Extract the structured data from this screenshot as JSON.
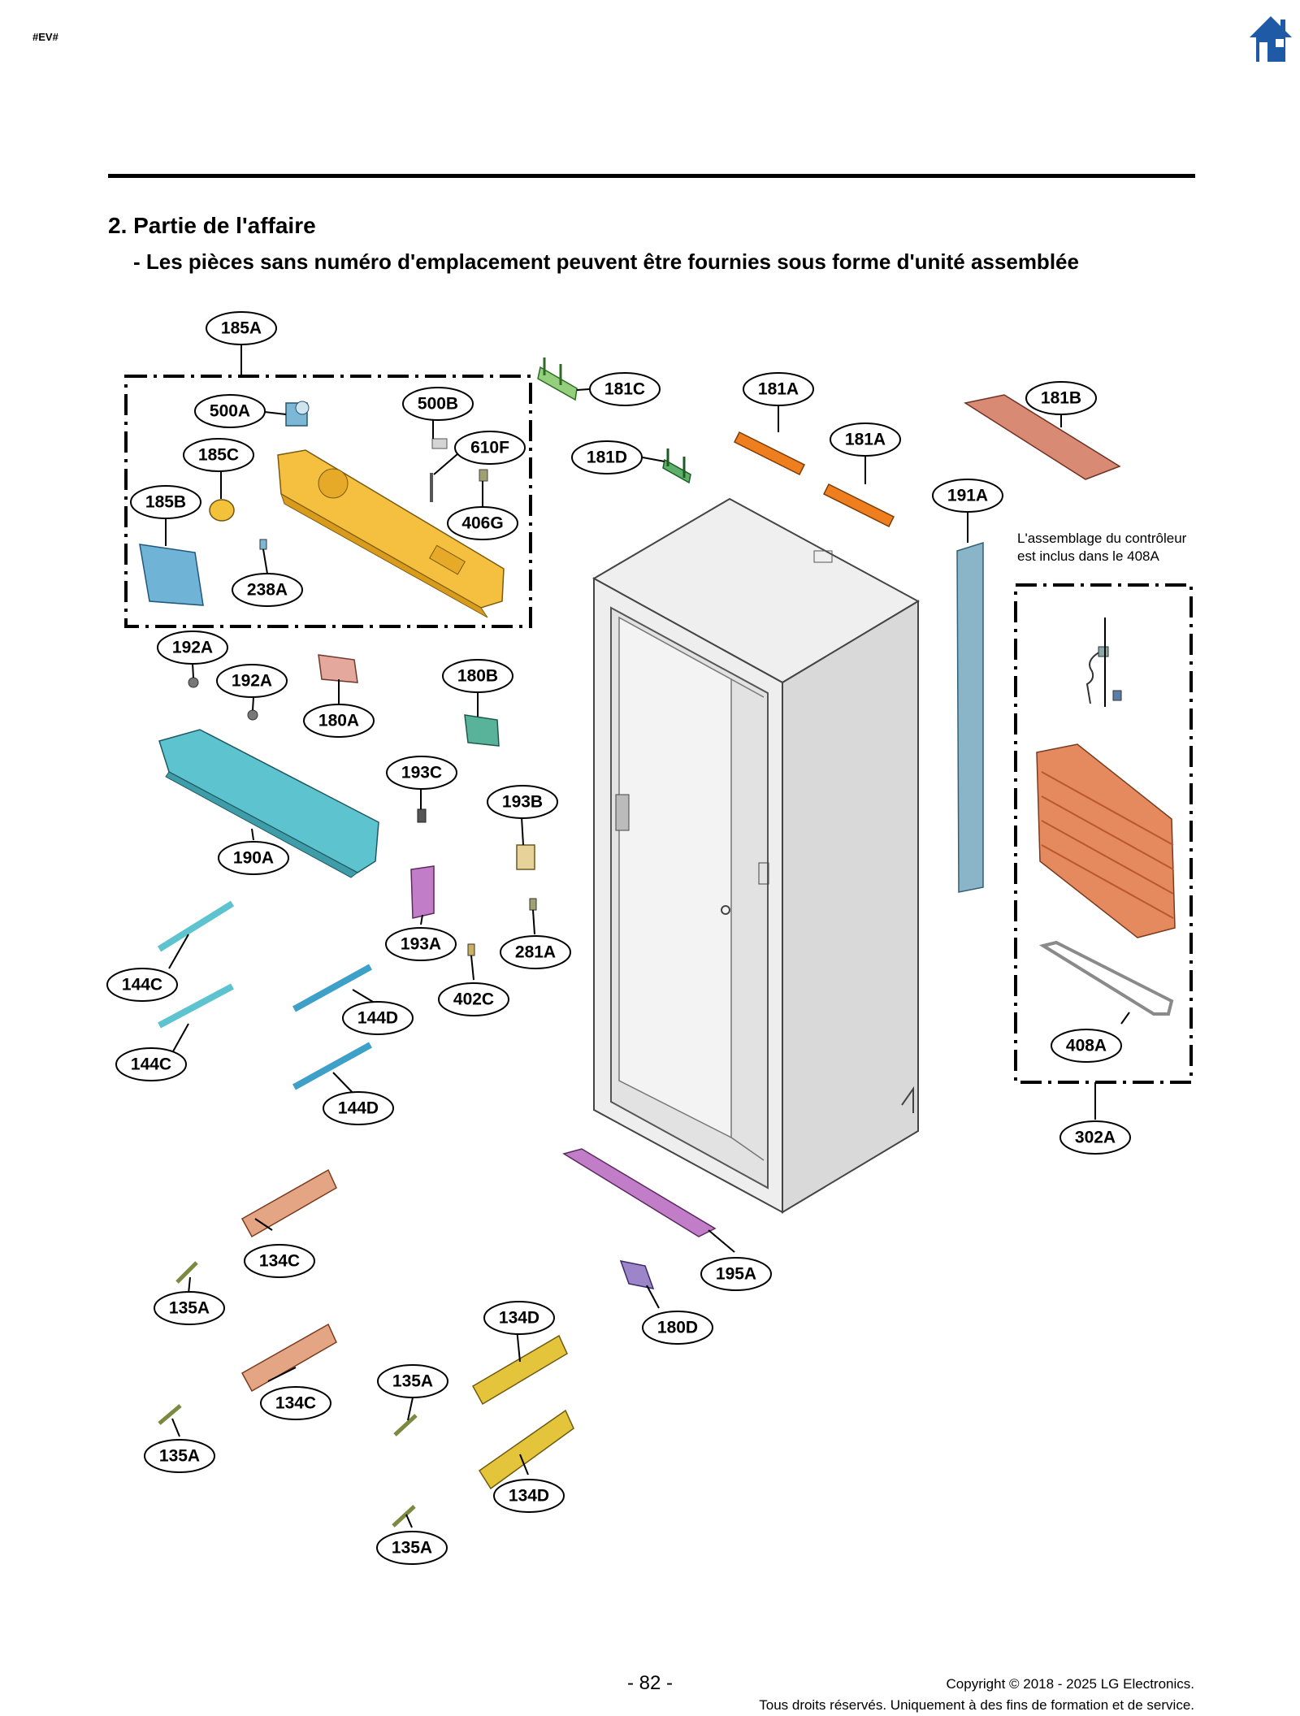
{
  "header": {
    "tag": "#EV#",
    "home_icon": "home-icon"
  },
  "section": {
    "title": "2. Partie de l'affaire",
    "subtitle": "- Les pièces sans numéro d'emplacement peuvent être fournies sous forme d'unité assemblée"
  },
  "note": "L'assemblage du contrôleur\nest inclus dans le 408A",
  "callouts": [
    {
      "id": "185A"
    },
    {
      "id": "500A"
    },
    {
      "id": "500B"
    },
    {
      "id": "185C"
    },
    {
      "id": "610F"
    },
    {
      "id": "185B"
    },
    {
      "id": "406G"
    },
    {
      "id": "238A"
    },
    {
      "id": "181C"
    },
    {
      "id": "181A"
    },
    {
      "id": "181D"
    },
    {
      "id": "181A"
    },
    {
      "id": "181B"
    },
    {
      "id": "191A"
    },
    {
      "id": "192A"
    },
    {
      "id": "192A"
    },
    {
      "id": "180A"
    },
    {
      "id": "180B"
    },
    {
      "id": "193C"
    },
    {
      "id": "193B"
    },
    {
      "id": "190A"
    },
    {
      "id": "193A"
    },
    {
      "id": "281A"
    },
    {
      "id": "144C"
    },
    {
      "id": "144D"
    },
    {
      "id": "402C"
    },
    {
      "id": "144C"
    },
    {
      "id": "144D"
    },
    {
      "id": "408A"
    },
    {
      "id": "302A"
    },
    {
      "id": "134C"
    },
    {
      "id": "195A"
    },
    {
      "id": "135A"
    },
    {
      "id": "180D"
    },
    {
      "id": "134D"
    },
    {
      "id": "135A"
    },
    {
      "id": "134C"
    },
    {
      "id": "135A"
    },
    {
      "id": "134D"
    },
    {
      "id": "135A"
    }
  ],
  "colors": {
    "yellow_part": "#f5c040",
    "blue_part": "#6fb3d6",
    "cyan_part": "#5cc3cf",
    "green_part": "#5db06a",
    "orange_part": "#ef7f1e",
    "salmon_part": "#d88a74",
    "copper_part": "#e48a5e",
    "purple_part": "#c17dc7",
    "lavender_part": "#9d85c9",
    "gold_part": "#e3c43b",
    "cabinet": "#e6e6e6",
    "home_blue": "#1f5aa6"
  },
  "footer": {
    "page": "- 82 -",
    "copyright": "Copyright © 2018 - 2025 LG Electronics.",
    "rights": "Tous droits réservés. Uniquement à des fins de formation et de service."
  }
}
